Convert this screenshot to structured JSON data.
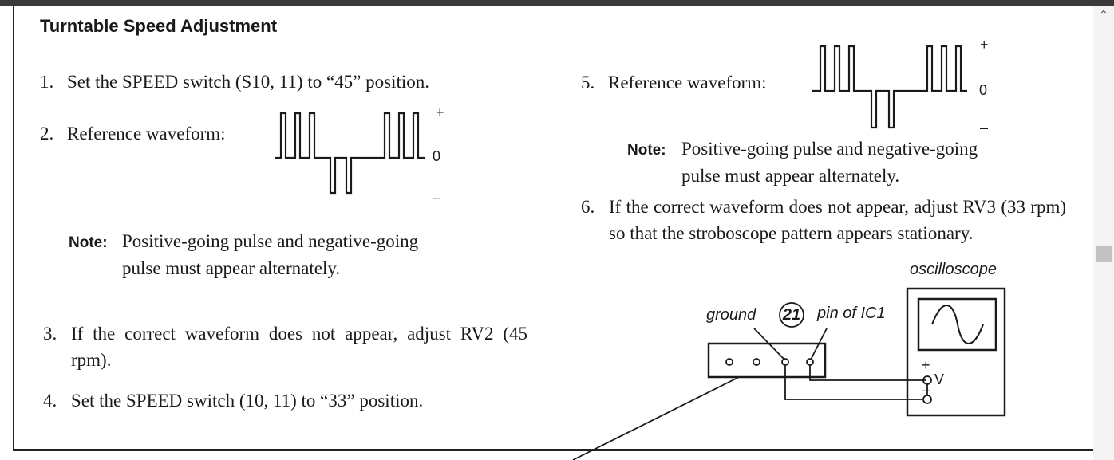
{
  "section": {
    "title": "Turntable Speed Adjustment"
  },
  "steps": [
    {
      "number": "1.",
      "text": "Set the SPEED switch (S10, 11) to “45” position."
    },
    {
      "number": "2.",
      "text": "Reference waveform:"
    },
    {
      "number": "3.",
      "text": "If the correct waveform does not appear, adjust RV2 (45 rpm)."
    },
    {
      "number": "4.",
      "text": "Set the SPEED switch (10, 11) to “33” position."
    },
    {
      "number": "5.",
      "text": "Reference waveform:"
    },
    {
      "number": "6.",
      "text": "If the correct waveform does not appear, adjust RV3 (33 rpm) so that the stroboscope pattern appears stationary."
    }
  ],
  "notes": [
    {
      "label": "Note:",
      "line1": "Positive-going pulse and negative-going",
      "line2": "pulse must appear alternately."
    },
    {
      "label": "Note:",
      "line1": "Positive-going pulse and negative-going",
      "line2": "pulse must appear alternately."
    }
  ],
  "waveform": {
    "plus": "+",
    "zero": "0",
    "minus": "–"
  },
  "diagram": {
    "oscilloscope_label": "oscilloscope",
    "ground_label": "ground",
    "pin_number": "21",
    "pin_label": "pin of IC1",
    "input_plus": "+",
    "input_v": "V",
    "input_minus": "–"
  },
  "colors": {
    "ink": "#1a1a1a",
    "topbar": "#3a3a3a",
    "scroll_thumb": "#c2c2c2"
  }
}
